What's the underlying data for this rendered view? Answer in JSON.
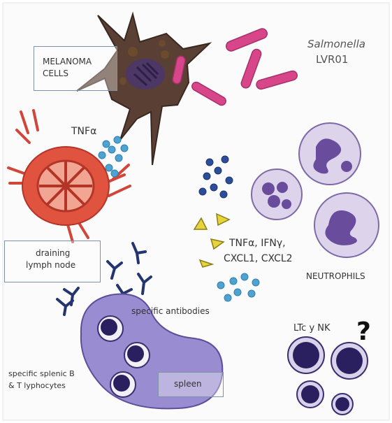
{
  "labels": {
    "melanoma_line1": "MELANOMA",
    "melanoma_line2": "CELLS",
    "salmonella_name": "Salmonella",
    "salmonella_strain": "LVR01",
    "tnfa": "TNFα",
    "cytokines_line1": "TNFα, IFNγ,",
    "cytokines_line2": "CXCL1, CXCL2",
    "neutrophils": "NEUTROPHILS",
    "lymph_line1": "draining",
    "lymph_line2": "lymph node",
    "antibodies": "specific antibodies",
    "splenic_line1": "specific splenic B",
    "splenic_line2": "& T lyphocytes",
    "spleen": "spleen",
    "ltc_nk": "LTc y NK",
    "question": "?"
  },
  "colors": {
    "background": "#ffffff",
    "melanoma_body": "#5a4034",
    "salmonella": "#d8468a",
    "lymph_node": "#e0533f",
    "neutrophil_cytoplasm": "#ddd3ea",
    "neutrophil_nucleus": "#6a4c9c",
    "spleen": "#9a8cd0",
    "antibody": "#24346e",
    "tnf_dots": "#4fa3d0",
    "chemokine_dots": "#2c4e9a",
    "triangles": "#e6d43a",
    "lymphocyte": "#2a2060"
  }
}
